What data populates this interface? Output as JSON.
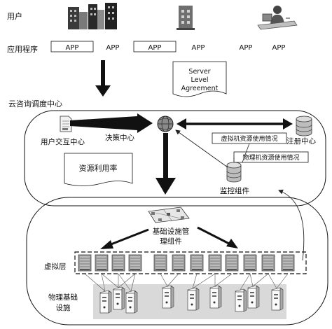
{
  "labels": {
    "users": "用户",
    "apps": "应用程序",
    "app": "APP",
    "sla_line1": "Server",
    "sla_line2": "Level",
    "sla_line3": "Agreement",
    "cloud_center": "云咨询调度中心",
    "user_interaction": "用户交互中心",
    "decision": "决策中心",
    "registry": "注册中心",
    "vm_usage": "虚拟机资源使用情况",
    "pm_usage": "物理机资源使用情况",
    "resource_util": "资源利用率",
    "monitor": "监控组件",
    "infra_mgmt_line1": "基础设施管",
    "infra_mgmt_line2": "理组件",
    "virtual_layer": "虚拟层",
    "physical_line1": "物理基础",
    "physical_line2": "设施"
  },
  "icons": {
    "user1": "office-buildings-icon",
    "user2": "building-icon",
    "user3": "desktop-user-icon",
    "decision": "globe-icon",
    "registry": "database-icon",
    "monitor": "database-icon",
    "user_interaction": "document-icon",
    "infra_mgmt": "network-hub-icon",
    "vm": "server-rack-icon",
    "pm": "tower-server-icon"
  },
  "colors": {
    "ink": "#111111",
    "panel_fill": "#d9d9d9",
    "vm_fill": "#9a9a9a"
  }
}
